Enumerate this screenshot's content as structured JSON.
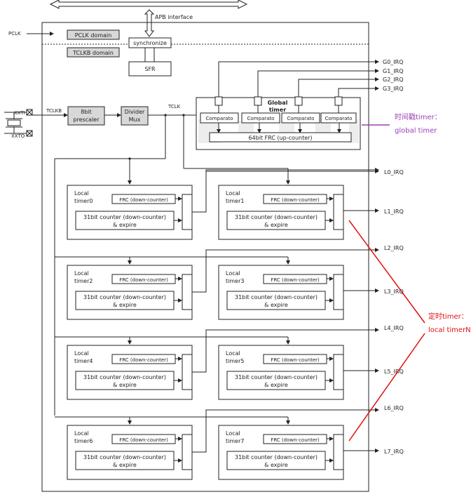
{
  "bus": {
    "apb_interface": "APB interface"
  },
  "clocks": {
    "pclk": "PCLK",
    "tclkb": "TCLKB",
    "tclk": "TCLK"
  },
  "domains": {
    "pclk_domain": "PCLK domain",
    "tclkb_domain": "TCLKB domain"
  },
  "blocks": {
    "synchronize": "synchronize",
    "sfr": "SFR",
    "prescaler_line1": "8bit",
    "prescaler_line2": "prescaler",
    "divider_line1": "Divider",
    "divider_line2": "Mux",
    "xxti": "XXTI",
    "xxto": "XXTO"
  },
  "global_timer": {
    "title_line1": "Global",
    "title_line2": "timer",
    "comparators": [
      "Comparato",
      "Comparato",
      "Comparato",
      "Comparato"
    ],
    "frc": "64bit FRC (up-counter)",
    "irqs": [
      "G0_IRQ",
      "G1_IRQ",
      "G2_IRQ",
      "G3_IRQ"
    ]
  },
  "local_timers": [
    {
      "line1": "Local",
      "line2": "timer0",
      "frc": "FRC (down-counter)",
      "counter_line1": "31bit counter (down-counter)",
      "counter_line2": "& expire"
    },
    {
      "line1": "Local",
      "line2": "timer1",
      "frc": "FRC (down-counter)",
      "counter_line1": "31bit counter (down-counter)",
      "counter_line2": "& expire"
    },
    {
      "line1": "Local",
      "line2": "timer2",
      "frc": "FRC (down-counter)",
      "counter_line1": "31bit counter (down-counter)",
      "counter_line2": "& expire"
    },
    {
      "line1": "Local",
      "line2": "timer3",
      "frc": "FRC (down-counter)",
      "counter_line1": "31bit counter (down-counter)",
      "counter_line2": "& expire"
    },
    {
      "line1": "Local",
      "line2": "timer4",
      "frc": "FRC (down-counter)",
      "counter_line1": "31bit counter (down-counter)",
      "counter_line2": "& expire"
    },
    {
      "line1": "Local",
      "line2": "timer5",
      "frc": "FRC (down-counter)",
      "counter_line1": "31bit counter (down-counter)",
      "counter_line2": "& expire"
    },
    {
      "line1": "Local",
      "line2": "timer6",
      "frc": "FRC (down-counter)",
      "counter_line1": "31bit counter (down-counter)",
      "counter_line2": "& expire"
    },
    {
      "line1": "Local",
      "line2": "timer7",
      "frc": "FRC (down-counter)",
      "counter_line1": "31bit counter (down-counter)",
      "counter_line2": "& expire"
    }
  ],
  "local_irqs": [
    "L0_IRQ",
    "L1_IRQ",
    "L2_IRQ",
    "L3_IRQ",
    "L4_IRQ",
    "L5_IRQ",
    "L6_IRQ",
    "L7_IRQ"
  ],
  "annotations": {
    "global_line1": "时间戳timer：",
    "global_line2": "global timer",
    "local_line1": "定时timer：",
    "local_line2": "local timerN"
  },
  "colors": {
    "line": "#222222",
    "purple": "#9b3fb5",
    "red": "#e01010",
    "shade": "#d8d8d8"
  }
}
